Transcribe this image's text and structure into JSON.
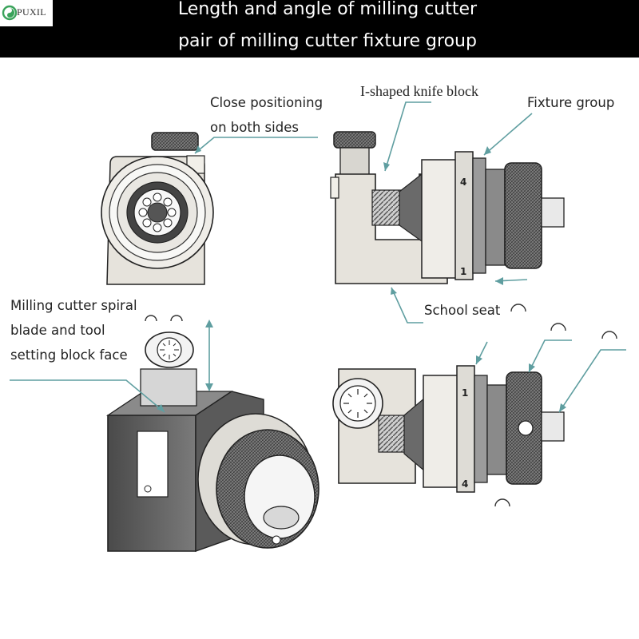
{
  "header": {
    "brand": "PUXIL",
    "title_line1": "Length and angle of milling cutter",
    "title_line2": "pair of milling cutter fixture group"
  },
  "labels": {
    "close_positioning_1": "Close positioning",
    "close_positioning_2": "on both sides",
    "i_shaped_block": "I-shaped knife block",
    "fixture_group": "Fixture group",
    "school_seat": "School seat",
    "spiral_1": "Milling cutter spiral",
    "spiral_2": "blade and tool",
    "spiral_3": "setting block face"
  },
  "marks": {
    "side_view_top": [
      "4",
      "1"
    ],
    "side_view_bottom": [
      "1",
      "4"
    ]
  },
  "colors": {
    "header_bg": "#000000",
    "leader_line": "#5f9ea0",
    "logo_green": "#3aa35b",
    "metal_light": "#e6e3dc",
    "metal_dark": "#5a5a5a"
  }
}
